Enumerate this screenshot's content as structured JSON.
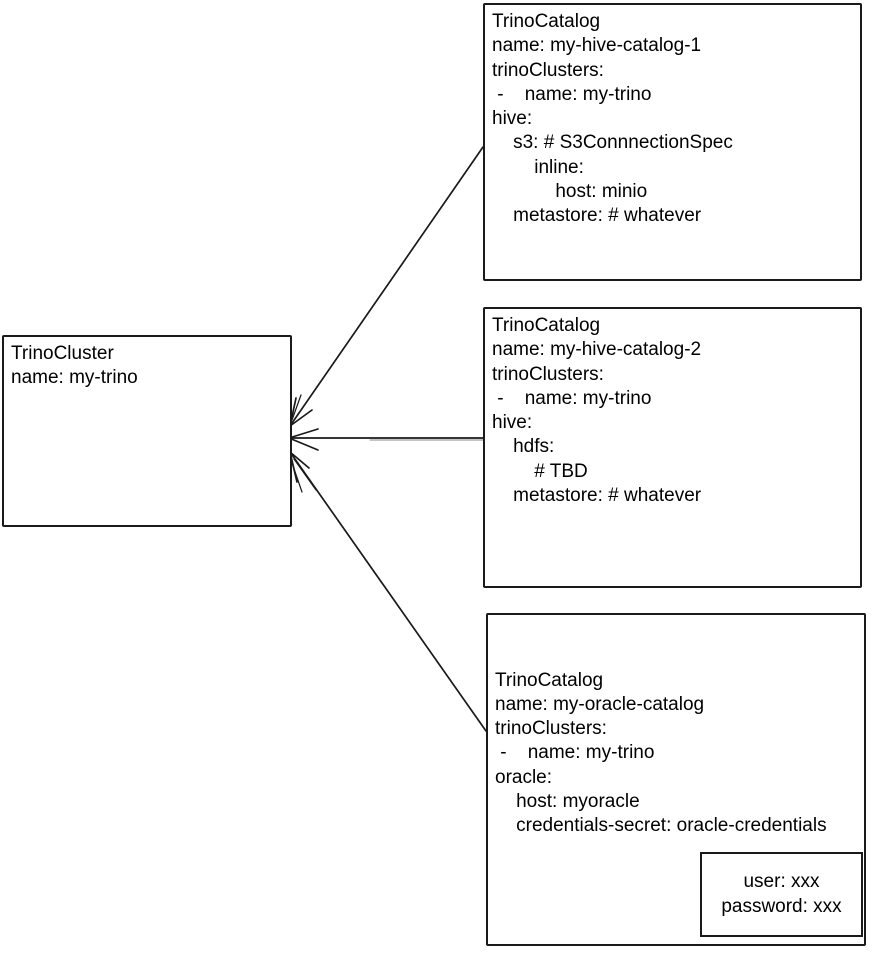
{
  "diagram": {
    "colors": {
      "stroke": "#1a1a1a",
      "text": "#000000",
      "background": "#ffffff"
    },
    "cluster": {
      "lines": [
        "TrinoCluster",
        "name: my-trino"
      ]
    },
    "catalogs": [
      {
        "lines": [
          "TrinoCatalog",
          "name: my-hive-catalog-1",
          "trinoClusters:",
          " -    name: my-trino",
          "hive:",
          "    s3: # S3ConnnectionSpec",
          "        inline:",
          "            host: minio",
          "    metastore: # whatever"
        ]
      },
      {
        "lines": [
          "TrinoCatalog",
          "name: my-hive-catalog-2",
          "trinoClusters:",
          " -    name: my-trino",
          "hive:",
          "    hdfs:",
          "        # TBD",
          "    metastore: # whatever"
        ]
      },
      {
        "lines": [
          "TrinoCatalog",
          "name: my-oracle-catalog",
          "trinoClusters:",
          " -    name: my-trino",
          "oracle:",
          "    host: myoracle",
          "    credentials-secret: oracle-credentials"
        ]
      }
    ],
    "secret": {
      "lines": [
        "user: xxx",
        "password: xxx"
      ]
    }
  }
}
